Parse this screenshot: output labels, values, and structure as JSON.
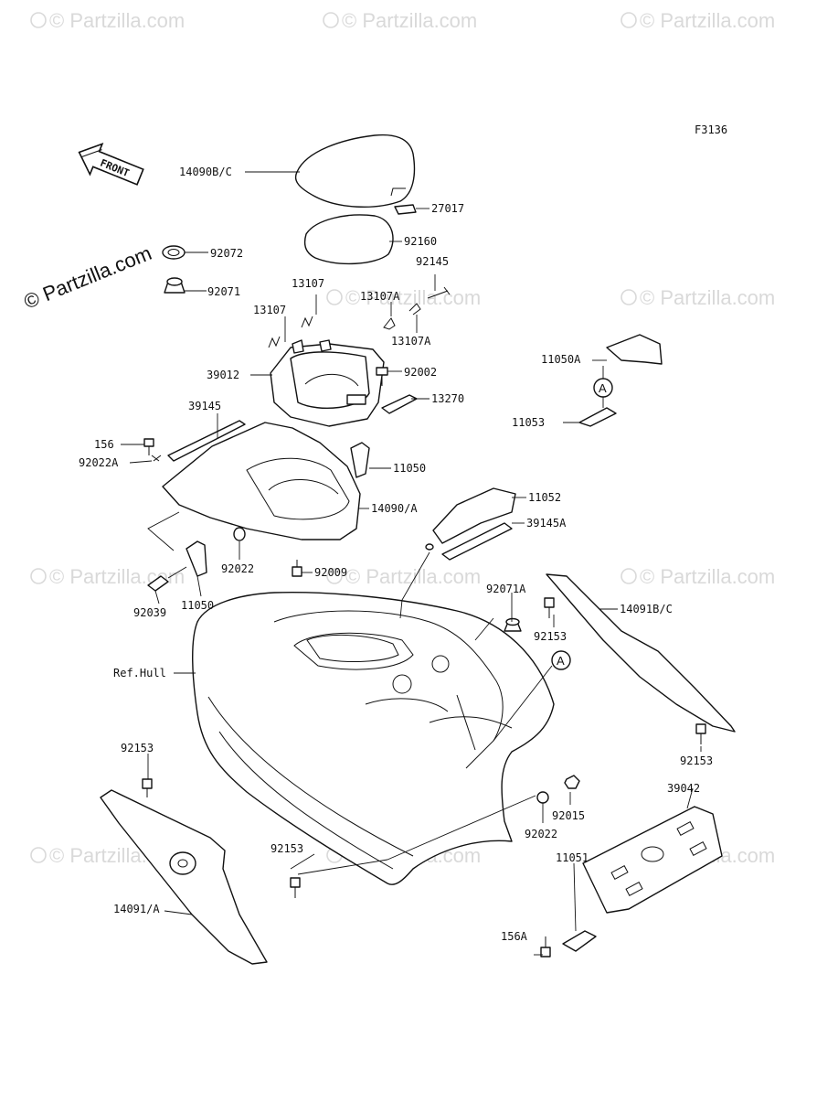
{
  "figure_code": "F3136",
  "copyright": "© Partzilla.com",
  "watermark": "© Partzilla.com",
  "front_label": "FRONT",
  "callout_letter": "A",
  "labels": {
    "p14090bc": "14090B/C",
    "p27017": "27017",
    "p92160": "92160",
    "p92072": "92072",
    "p92145": "92145",
    "p92071": "92071",
    "p13107a1": "13107",
    "p13107a2": "13107",
    "p13107A1": "13107A",
    "p13107A2": "13107A",
    "p11050A": "11050A",
    "p39012": "39012",
    "p92002": "92002",
    "p13270": "13270",
    "p11053": "11053",
    "p39145": "39145",
    "p156": "156",
    "p92022A": "92022A",
    "p11050a": "11050",
    "p14090A": "14090/A",
    "p11052": "11052",
    "p39145A": "39145A",
    "p92022a": "92022",
    "p92009": "92009",
    "p92039": "92039",
    "p11050b": "11050",
    "p92071A": "92071A",
    "p14091BC": "14091B/C",
    "p92153a": "92153",
    "refhull": "Ref.Hull",
    "p92153b": "92153",
    "p92153c": "92153",
    "p39042": "39042",
    "p92015": "92015",
    "p92022b": "92022",
    "p92153d": "92153",
    "p11051": "11051",
    "p156A": "156A",
    "p14091A": "14091/A"
  }
}
